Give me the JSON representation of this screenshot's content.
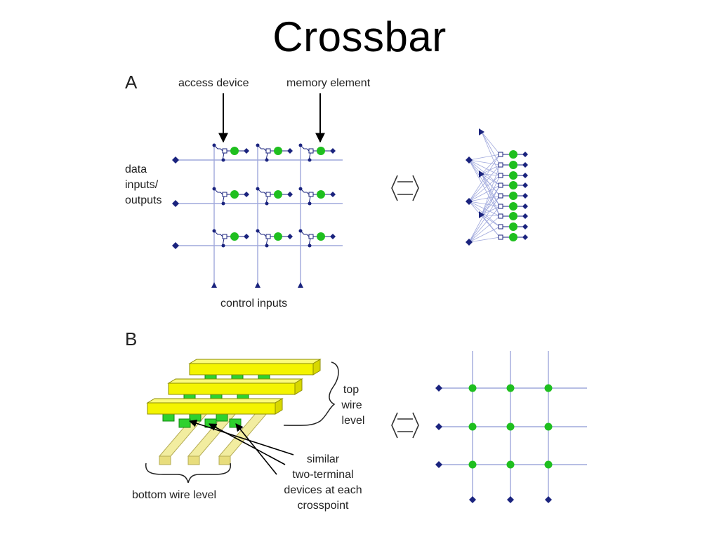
{
  "slide": {
    "title": "Crossbar"
  },
  "panel_a": {
    "letter": "A",
    "label_access_device": "access device",
    "label_memory_element": "memory element",
    "label_data_io": [
      "data",
      "inputs/",
      "outputs"
    ],
    "label_control_inputs": "control inputs"
  },
  "panel_b": {
    "letter": "B",
    "label_top_wire": [
      "top",
      "wire",
      "level"
    ],
    "label_bottom_wire": "bottom wire level",
    "label_devices": [
      "similar",
      "two-terminal",
      "devices at each",
      "crosspoint"
    ]
  },
  "colors": {
    "wire": "#9fa8dc",
    "terminal": "#1a237e",
    "memory_element": "#1fbf1f",
    "top_wire_fill": "#f4f400",
    "bottom_wire_fill": "#f2eda0",
    "device_fill": "#2ed12e"
  },
  "icons": {
    "equivalence": "double-arrow-icon",
    "arrow": "down-arrow-icon"
  }
}
